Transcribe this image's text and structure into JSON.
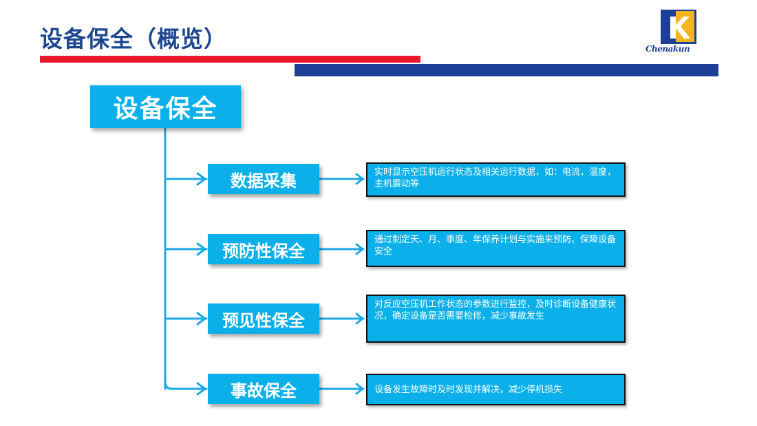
{
  "page": {
    "title": "设备保全（概览）"
  },
  "logo": {
    "text": "Chenakun",
    "letter": "K",
    "colors": {
      "blue": "#1d3f95",
      "yellow": "#f2b51b",
      "white": "#ffffff"
    }
  },
  "diagram": {
    "root": "设备保全",
    "branches": [
      {
        "label": "数据采集",
        "description": "实时显示空压机运行状态及相关运行数据，如：电流，温度，主机震动等"
      },
      {
        "label": "预防性保全",
        "description": "通过制定天、月、季度、年保养计划与实施来预防、保障设备安全"
      },
      {
        "label": "预见性保全",
        "description": "对反应空压机工作状态的参数进行监控，及时诊断设备健康状况，确定设备是否需要检修，减少事故发生"
      },
      {
        "label": "事故保全",
        "description": "设备发生故障时及时发现并解决，减少停机损失"
      }
    ]
  },
  "colors": {
    "title": "#1d4690",
    "box": "#0bb0ea",
    "connector": "#1aa8e6",
    "accent_red": "#e8192c",
    "accent_blue": "#1d3f95"
  }
}
